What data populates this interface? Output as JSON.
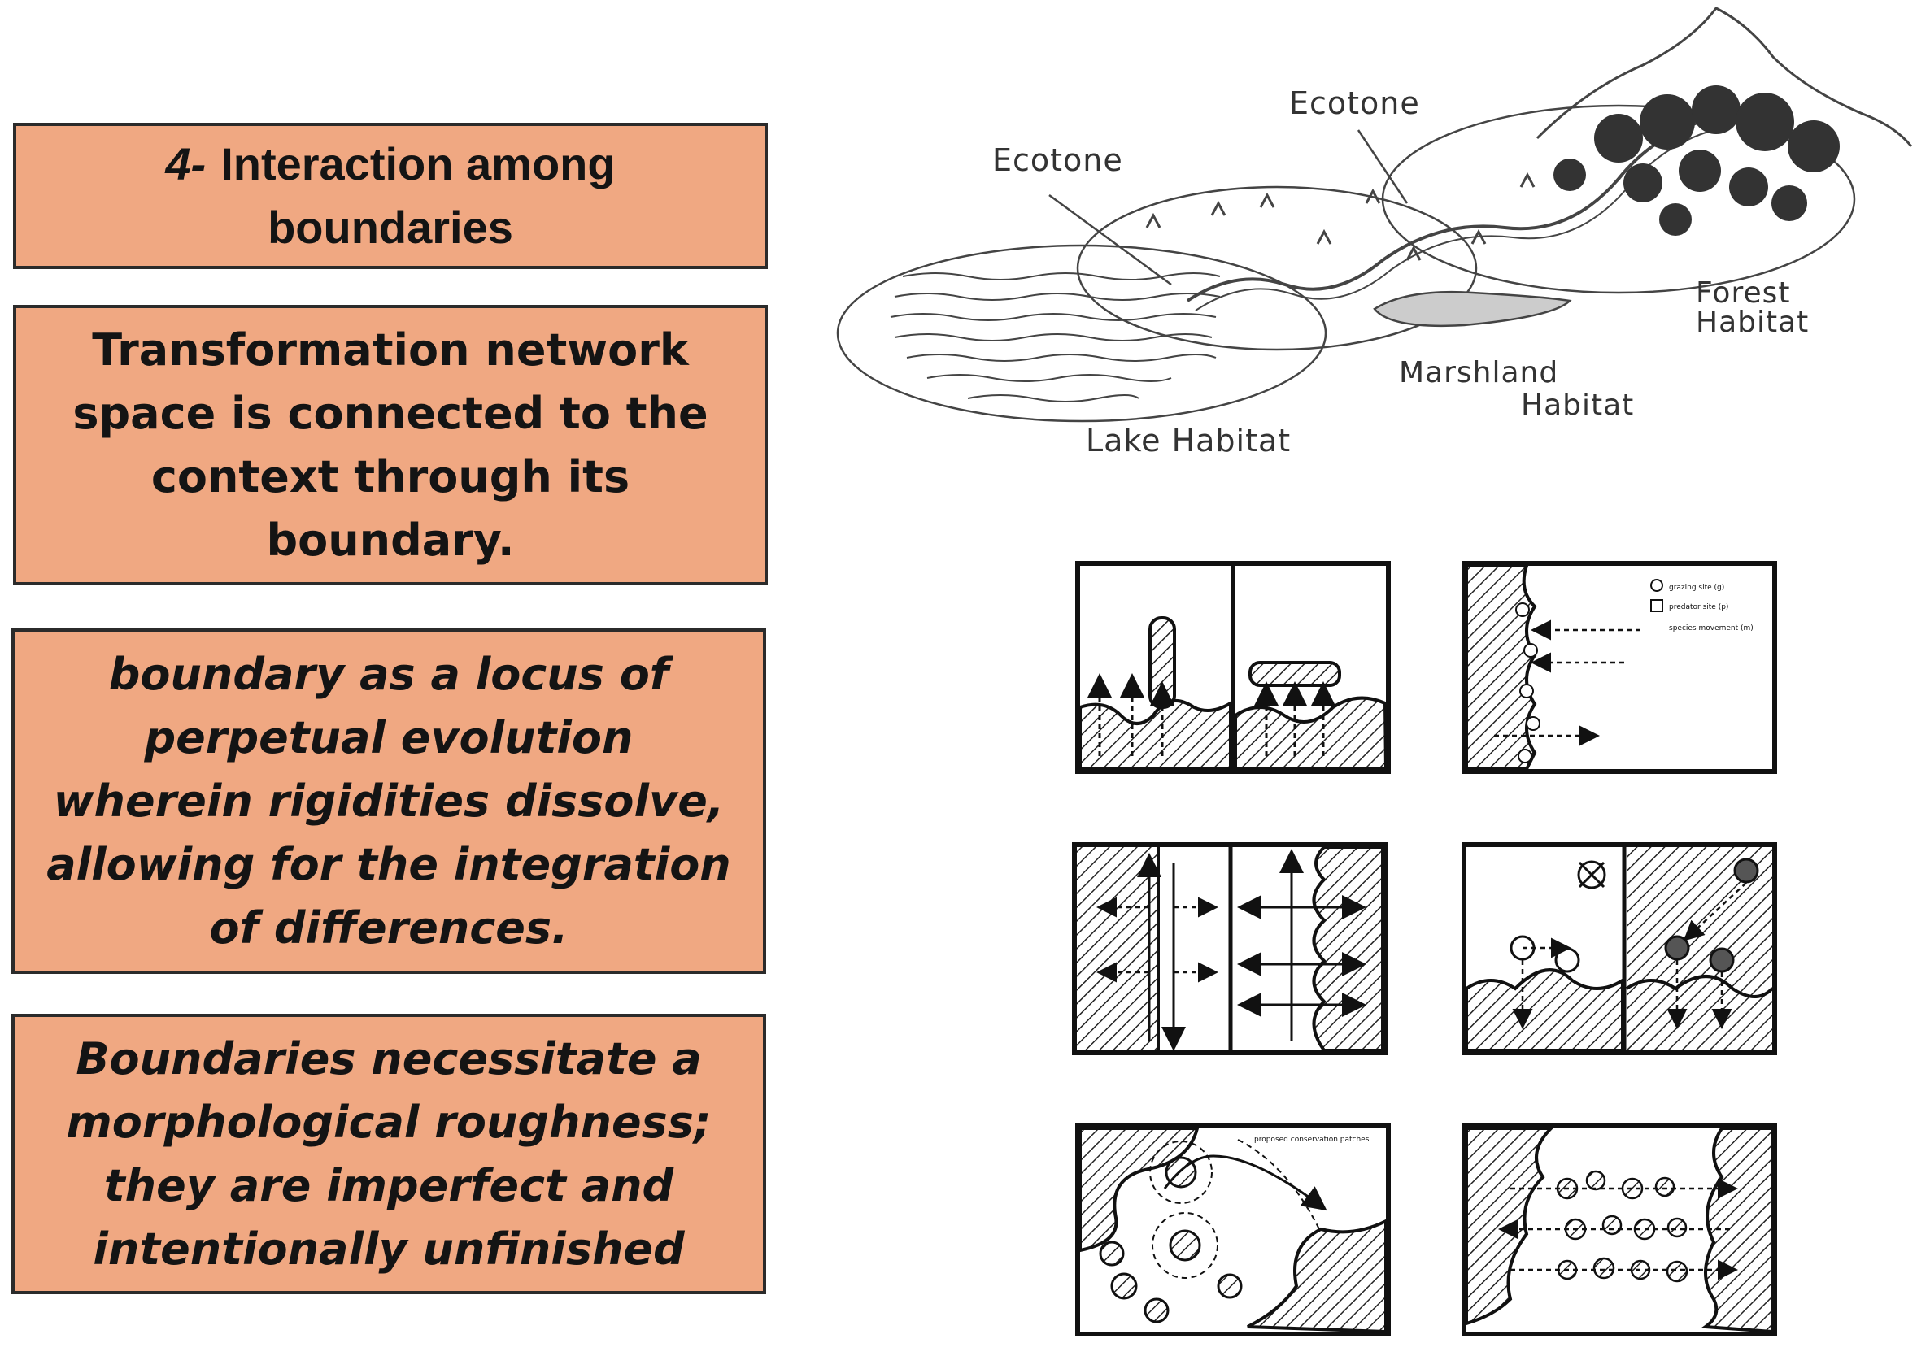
{
  "boxes": {
    "b1": {
      "number": "4-",
      "title": "Interaction among boundaries"
    },
    "b2": {
      "text": "Transformation network space is connected to the context through its boundary."
    },
    "b3": {
      "text": "boundary as a locus of perpetual evolution wherein rigidities dissolve, allowing for the integration of differences."
    },
    "b4": {
      "text": "Boundaries necessitate a morphological roughness; they are imperfect and intentionally unfinished"
    }
  },
  "habitat_diagram": {
    "labels": {
      "ecotone_left": "Ecotone",
      "ecotone_right": "Ecotone",
      "forest": [
        "Forest",
        "Habitat"
      ],
      "marshland": [
        "Marshland",
        "Habitat"
      ],
      "lake": "Lake Habitat"
    }
  },
  "panels": {
    "legend": {
      "grazing": "grazing site (g)",
      "predator": "predator site (p)",
      "movement": "species movement (m)"
    },
    "conservation_label": "proposed conservation patches"
  },
  "colors": {
    "box_fill": "#f0a882",
    "box_border": "#2b2b2b",
    "ink": "#1a1a1a"
  }
}
